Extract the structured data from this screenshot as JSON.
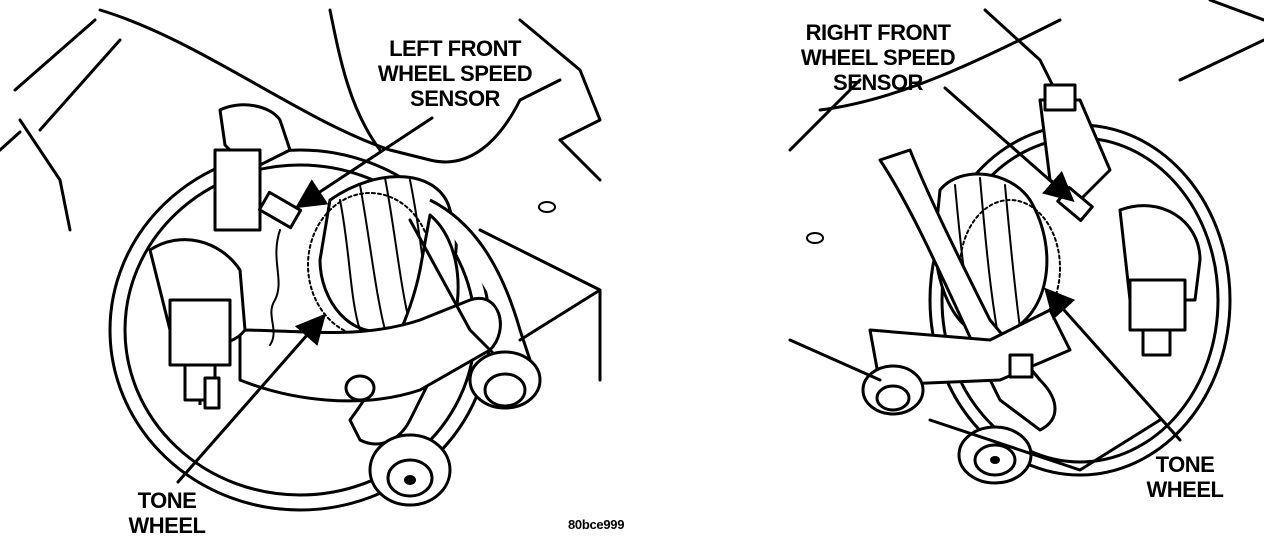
{
  "labels": {
    "left_sensor": [
      "LEFT FRONT",
      "WHEEL SPEED",
      "SENSOR"
    ],
    "left_tone": [
      "TONE",
      "WHEEL"
    ],
    "right_sensor": [
      "RIGHT FRONT",
      "WHEEL SPEED",
      "SENSOR"
    ],
    "right_tone": [
      "TONE",
      "WHEEL"
    ],
    "figure_id": "80bce999"
  },
  "colors": {
    "line": "#000000",
    "background": "#ffffff"
  }
}
